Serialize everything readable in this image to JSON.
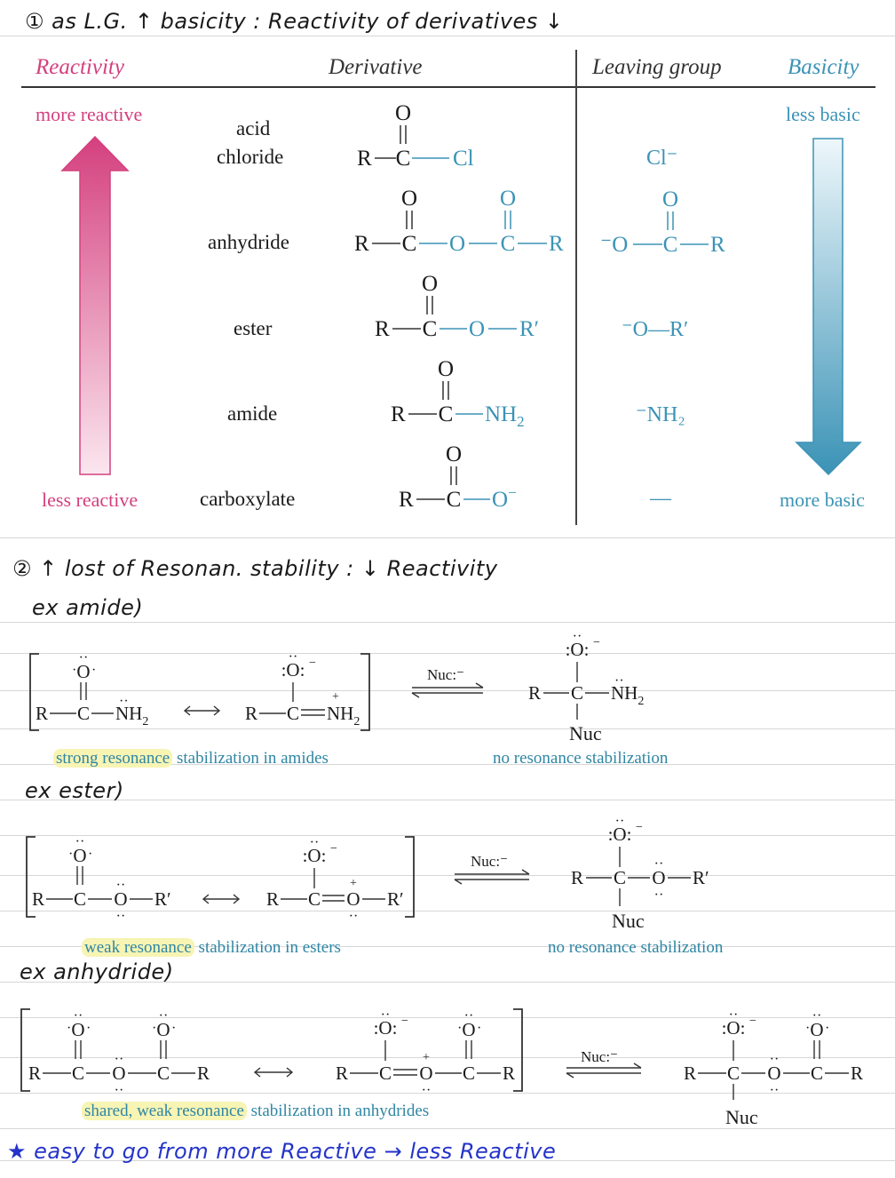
{
  "notes": {
    "point1": "① as L.G. ↑ basicity : Reactivity of derivatives ↓",
    "point2": "② ↑ lost of Resonan. stability : ↓ Reactivity",
    "ex_amide": "ex amide)",
    "ex_ester": "ex ester)",
    "ex_anhydride": "ex anhydride)",
    "footer": "★ easy to go from more Reactive → less Reactive"
  },
  "table": {
    "headers": {
      "reactivity": "Reactivity",
      "derivative": "Derivative",
      "leaving_group": "Leaving group",
      "basicity": "Basicity"
    },
    "more_reactive": "more reactive",
    "less_reactive": "less reactive",
    "less_basic": "less basic",
    "more_basic": "more basic",
    "rows": [
      {
        "name_line1": "acid",
        "name_line2": "chloride",
        "leaving_group": "Cl⁻"
      },
      {
        "name_line1": "anhydride",
        "name_line2": ""
      },
      {
        "name_line1": "ester",
        "name_line2": "",
        "leaving_group": "⁻O—R′"
      },
      {
        "name_line1": "amide",
        "name_line2": "",
        "leaving_group": "⁻NH₂"
      },
      {
        "name_line1": "carboxylate",
        "name_line2": "",
        "leaving_group": "—"
      }
    ],
    "colors": {
      "pink": "#d4407e",
      "blue": "#3b93b6"
    }
  },
  "resonance": {
    "nuc": "Nuc",
    "nuc_arrow_label": "Nuc:⁻",
    "amide": {
      "caption_highlight": "strong resonance",
      "caption_rest": " stabilization in amides",
      "product_caption": "no resonance stabilization"
    },
    "ester": {
      "caption_highlight": "weak resonance",
      "caption_rest": " stabilization in esters",
      "product_caption": "no resonance stabilization"
    },
    "anhydride": {
      "caption_highlight": "shared, weak resonance",
      "caption_rest": " stabilization in anhydrides"
    }
  }
}
